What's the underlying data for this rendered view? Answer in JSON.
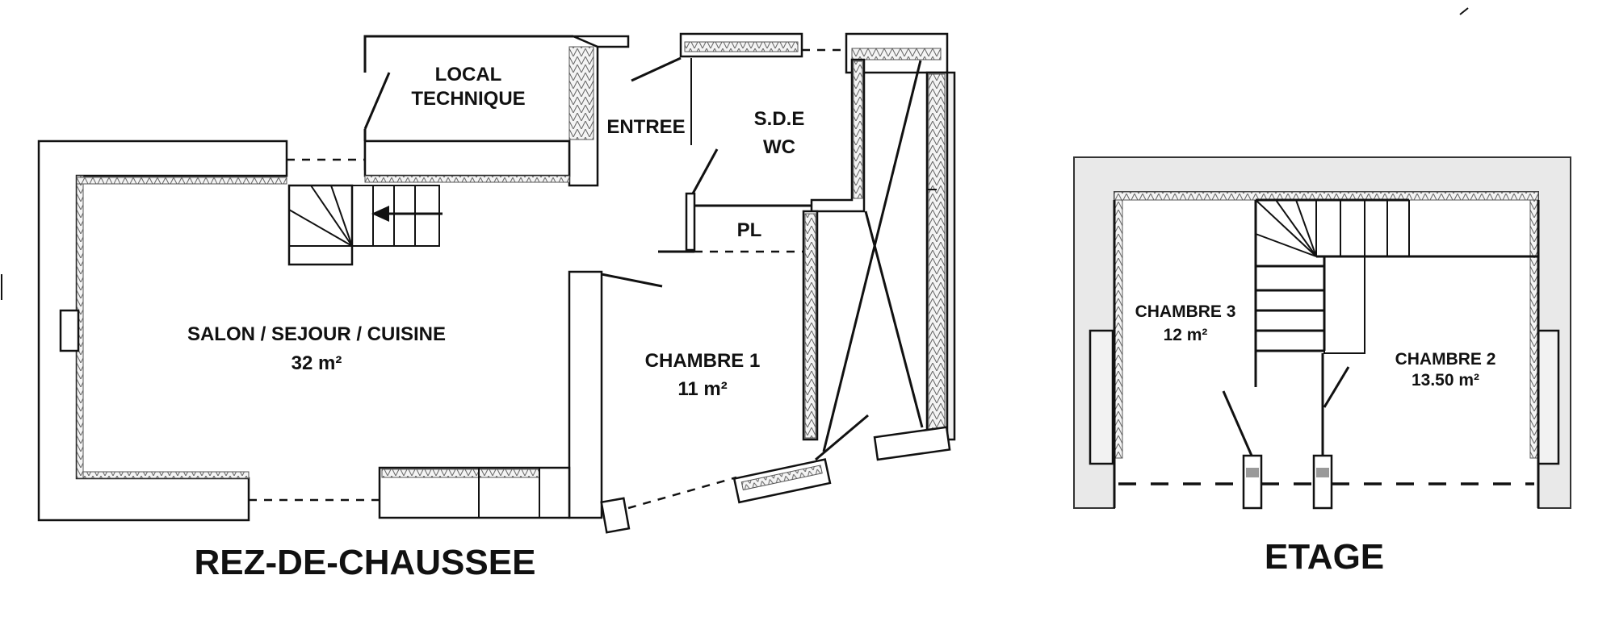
{
  "ground_floor": {
    "title": "REZ-DE-CHAUSSEE",
    "rooms": {
      "local_technique": [
        "LOCAL",
        "TECHNIQUE"
      ],
      "entree": "ENTREE",
      "sde_wc": [
        "S.D.E",
        "WC"
      ],
      "pl": "PL",
      "salon": [
        "SALON / SEJOUR / CUISINE",
        "32 m²"
      ],
      "chambre1": [
        "CHAMBRE 1",
        "11 m²"
      ]
    }
  },
  "upper_floor": {
    "title": "ETAGE",
    "rooms": {
      "chambre3": [
        "CHAMBRE 3",
        "12 m²"
      ],
      "chambre2": [
        "CHAMBRE 2",
        "13.50 m²"
      ]
    }
  },
  "icons": {
    "stair_direction": "arrow-left-icon"
  }
}
